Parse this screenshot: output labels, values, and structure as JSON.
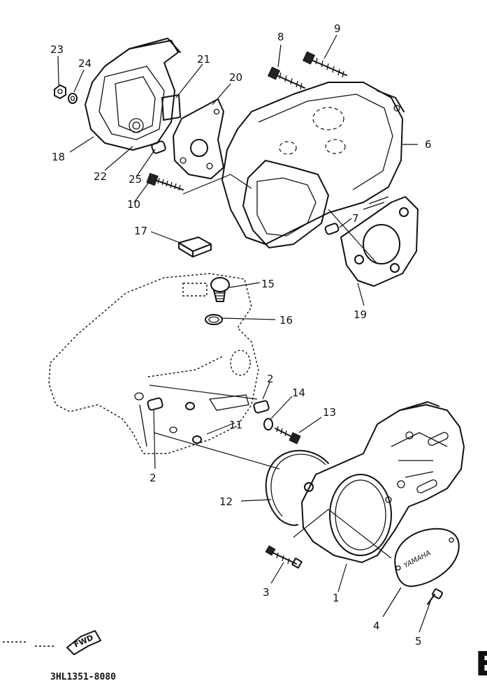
{
  "diagram": {
    "callouts": {
      "c1": "1",
      "c2a": "2",
      "c2b": "2",
      "c3": "3",
      "c4": "4",
      "c5": "5",
      "c6": "6",
      "c7": "7",
      "c8": "8",
      "c9": "9",
      "c10": "10",
      "c11": "11",
      "c12": "12",
      "c13": "13",
      "c14": "14",
      "c15": "15",
      "c16": "16",
      "c17": "17",
      "c18": "18",
      "c19": "19",
      "c20": "20",
      "c21": "21",
      "c22": "22",
      "c23": "23",
      "c24": "24",
      "c25": "25"
    },
    "cover_logo": "YAMAHA",
    "fwd_label": "FWD",
    "part_code": "3HL1351-8080",
    "page_letter": "E"
  }
}
